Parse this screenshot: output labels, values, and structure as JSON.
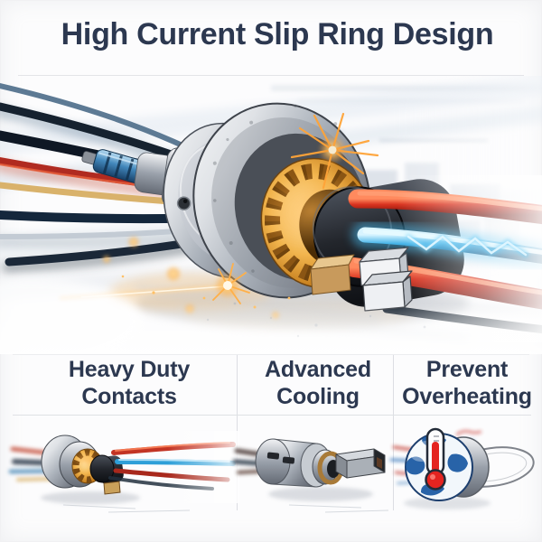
{
  "header": {
    "title": "High Current Slip Ring Design"
  },
  "hero": {
    "icon": "high-current-slip-ring-3d-illustration"
  },
  "features": [
    {
      "id": "heavy-duty-contacts",
      "label": {
        "line1": "Heavy Duty",
        "line2": "Contacts"
      },
      "icon": "mini-slip-ring-with-cables-icon"
    },
    {
      "id": "advanced-cooling",
      "label": {
        "line1": "Advanced",
        "line2": "Cooling"
      },
      "icon": "vented-cooling-connector-icon"
    },
    {
      "id": "prevent-overheating",
      "label": {
        "line1": "Prevent",
        "line2": "Overheating"
      },
      "icon": "globe-thermometer-icon"
    }
  ],
  "colors": {
    "title_text": "#2c3850",
    "label_text": "#2c3850",
    "divider": "#dfe1e5",
    "background": "#fcfcfd",
    "cable_red": "#c23424",
    "cable_blue": "#2e9fd8",
    "cable_navy": "#16222f",
    "copper_gold": "#d9972f",
    "spark_orange": "#ff9e2e",
    "steel_grey": "#aab1ba",
    "thermometer_red": "#e42420",
    "globe_blue": "#1e5ca4"
  }
}
